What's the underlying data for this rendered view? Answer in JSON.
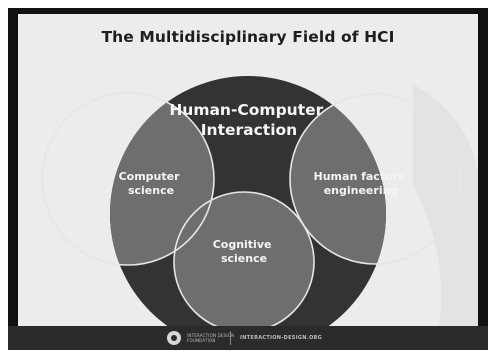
{
  "title": "The Multidisciplinary Field of HCI",
  "diagram": {
    "center_label": [
      "Human-Computer",
      "Interaction"
    ],
    "fields": [
      {
        "id": "computer-science",
        "label": [
          "Computer",
          "science"
        ]
      },
      {
        "id": "human-factors",
        "label": [
          "Human factors",
          "engineering"
        ]
      },
      {
        "id": "cognitive-science",
        "label": [
          "Cognitive",
          "science"
        ]
      }
    ]
  },
  "footer": {
    "brand_left": "INTERACTION DESIGN\nFOUNDATION",
    "brand_right": "INTERACTION-DESIGN.ORG"
  },
  "colors": {
    "background": "#ececec",
    "main_circle": "#333333",
    "field_circle": "#6e6e6e",
    "outline": "#e6e6e6",
    "footer": "#2b2b2b"
  }
}
